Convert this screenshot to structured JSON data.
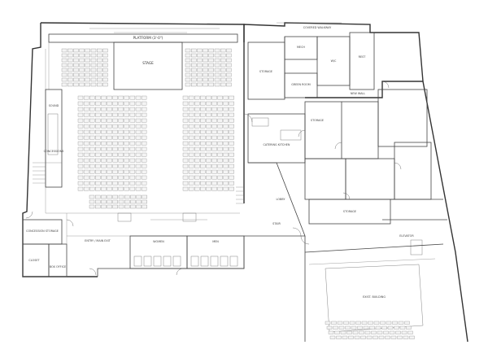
{
  "labels": {
    "platform": "PLATFORM (3'-0\")",
    "stage": "STAGE",
    "sound": "SOUND",
    "concessions": "CONCESSIONS",
    "concession_storage": "CONCESSION STORAGE",
    "closet": "CLOSET",
    "box_office": "BOX OFFICE",
    "entry_main_exit": "ENTRY / MAIN EXIT",
    "womens": "WOMEN",
    "mens": "MEN",
    "storage_1": "STORAGE",
    "storage_2": "STORAGE",
    "storage_3": "STORAGE",
    "covered_walkway": "COVERED WALKWAY",
    "green_room": "GREEN ROOM",
    "catering_kitchen": "CATERING KITCHEN",
    "lobby": "LOBBY",
    "stair": "STAIR",
    "elevator": "ELEVATOR",
    "wc": "W/C",
    "new_wall": "NEW WALL",
    "mech": "MECH",
    "rest": "REST",
    "exist_building": "EXIST. BUILDING"
  },
  "colors": {
    "wall": "#333333",
    "line": "#777777",
    "seat": "#f4f4f4",
    "background": "#ffffff"
  }
}
